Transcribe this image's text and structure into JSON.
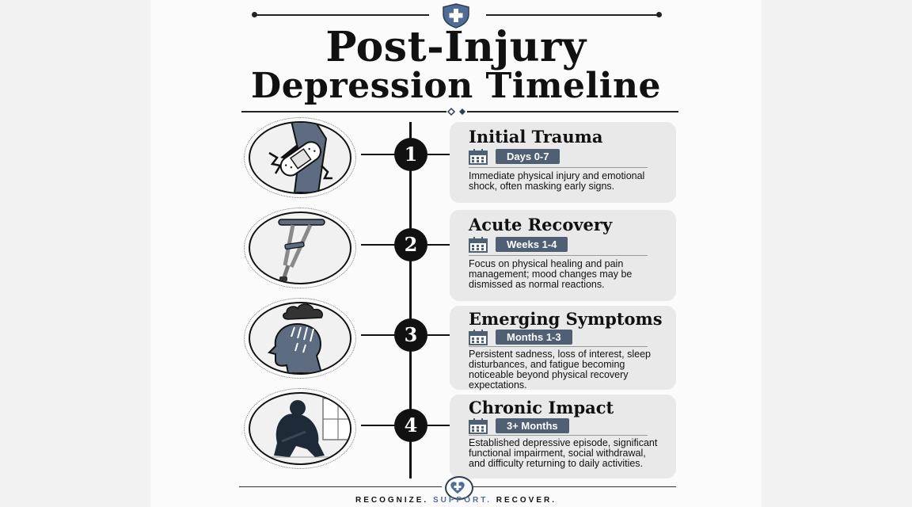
{
  "header": {
    "title_line1": "Post-Injury",
    "title_line2": "Depression Timeline"
  },
  "colors": {
    "accent": "#4f5f74",
    "card_bg": "#e9e9e9",
    "ink": "#111111",
    "tagline_highlight": "#4f6d96"
  },
  "stages": [
    {
      "number": "1",
      "title": "Initial Trauma",
      "period": "Days 0-7",
      "description": "Immediate physical injury and emotional shock, often masking early signs.",
      "icon": "bandaged-leg-icon"
    },
    {
      "number": "2",
      "title": "Acute Recovery",
      "period": "Weeks 1-4",
      "description": "Focus on physical healing and pain management; mood changes may be dismissed as normal reactions.",
      "icon": "crutch-icon"
    },
    {
      "number": "3",
      "title": "Emerging Symptoms",
      "period": "Months 1-3",
      "description": "Persistent sadness, loss of interest, sleep disturbances, and fatigue becoming noticeable beyond physical recovery expectations.",
      "icon": "head-rain-cloud-icon"
    },
    {
      "number": "4",
      "title": "Chronic Impact",
      "period": "3+ Months",
      "description": "Established depressive episode, significant functional impairment, social withdrawal, and difficulty returning to daily activities.",
      "icon": "sitting-figure-icon"
    }
  ],
  "footer": {
    "word1": "RECOGNIZE.",
    "word2": "SUPPORT.",
    "word3": "RECOVER."
  }
}
